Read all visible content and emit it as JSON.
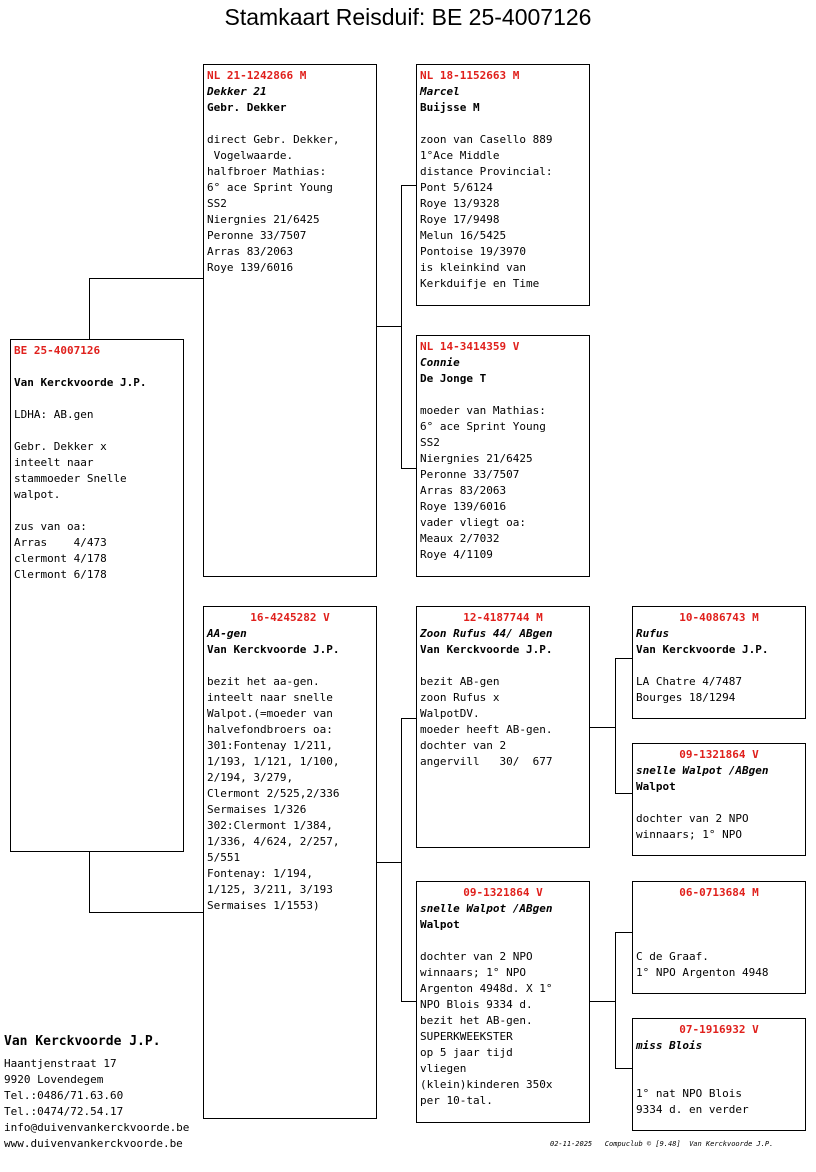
{
  "title": "Stamkaart Reisduif: BE  25-4007126",
  "subject": {
    "ring": "BE  25-4007126",
    "owner": "Van Kerckvoorde J.P.",
    "notes": "LDHA: AB.gen\n\nGebr. Dekker x\ninteelt naar\nstammoeder Snelle\nwalpot.\n\nzus van oa:\nArras    4/473\nclermont 4/178\nClermont 6/178"
  },
  "father": {
    "ring": "NL  21-1242866 M",
    "name": "Dekker 21",
    "owner": "Gebr. Dekker",
    "notes": "direct Gebr. Dekker,\n Vogelwaarde.\nhalfbroer Mathias:\n6° ace Sprint Young\nSS2\nNiergnies 21/6425\nPeronne 33/7507\nArras 83/2063\nRoye 139/6016"
  },
  "mother": {
    "ring": "16-4245282 V",
    "name": "AA-gen",
    "owner": "Van Kerckvoorde J.P.",
    "notes": "bezit het aa-gen.\ninteelt naar snelle\nWalpot.(=moeder van\nhalvefondbroers oa:\n301:Fontenay 1/211,\n1/193, 1/121, 1/100,\n2/194, 3/279,\nClermont 2/525,2/336\nSermaises 1/326\n302:Clermont 1/384,\n1/336, 4/624, 2/257,\n5/551\nFontenay: 1/194,\n1/125, 3/211, 3/193\nSermaises 1/1553)"
  },
  "ff": {
    "ring": "NL  18-1152663 M",
    "name": "Marcel",
    "owner": "Buijsse M",
    "notes": "zoon van Casello 889\n1°Ace Middle\ndistance Provincial:\nPont 5/6124\nRoye 13/9328\nRoye 17/9498\nMelun 16/5425\nPontoise 19/3970\nis kleinkind van\nKerkduifje en Time"
  },
  "fm": {
    "ring": "NL  14-3414359 V",
    "name": "Connie",
    "owner": "De Jonge T",
    "notes": "moeder van Mathias:\n6° ace Sprint Young\nSS2\nNiergnies 21/6425\nPeronne 33/7507\nArras 83/2063\nRoye 139/6016\nvader vliegt oa:\nMeaux 2/7032\nRoye 4/1109"
  },
  "mf": {
    "ring": "12-4187744 M",
    "name": "Zoon Rufus 44/ ABgen",
    "owner": "Van Kerckvoorde J.P.",
    "notes": "bezit AB-gen\nzoon Rufus x\nWalpotDV.\nmoeder heeft AB-gen.\ndochter van 2\nangervill   30/  677"
  },
  "mm": {
    "ring": "09-1321864 V",
    "name": "snelle Walpot /ABgen",
    "owner": "Walpot",
    "notes": "dochter van 2 NPO\nwinnaars; 1° NPO\nArgenton 4948d. X 1°\nNPO Blois 9334 d.\nbezit het AB-gen.\nSUPERKWEEKSTER\nop 5 jaar tijd\nvliegen\n(klein)kinderen 350x\nper 10-tal."
  },
  "mff": {
    "ring": "10-4086743 M",
    "name": "Rufus",
    "owner": "Van Kerckvoorde J.P.",
    "notes": "LA Chatre 4/7487\nBourges 18/1294"
  },
  "mfm": {
    "ring": "09-1321864 V",
    "name": "snelle Walpot /ABgen",
    "owner": "Walpot",
    "notes": "dochter van 2 NPO\nwinnaars; 1° NPO"
  },
  "mmf": {
    "ring": "06-0713684 M",
    "name": "",
    "owner": "",
    "notes": "C de Graaf.\n1° NPO Argenton 4948"
  },
  "mmm": {
    "ring": "07-1916932 V",
    "name": "miss Blois",
    "owner": "",
    "notes": "1° nat NPO Blois\n9334 d. en verder"
  },
  "breeder": {
    "name": "Van Kerckvoorde J.P.",
    "address": "Haantjenstraat 17",
    "city": "9920  Lovendegem",
    "tel1": "Tel.:0486/71.63.60",
    "tel2": "Tel.:0474/72.54.17",
    "email": "info@duivenvankerckvoorde.be",
    "website": "www.duivenvankerckvoorde.be"
  },
  "footer": "02-11-2025   Compuclub © [9.48]  Van Kerckvoorde J.P."
}
